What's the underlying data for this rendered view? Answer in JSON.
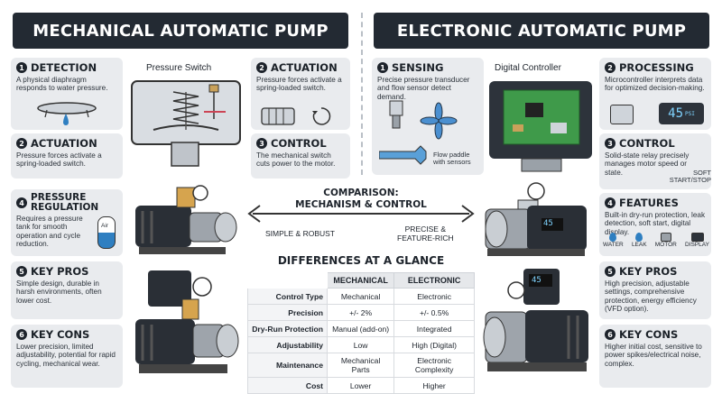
{
  "left": {
    "title": "MECHANICAL AUTOMATIC PUMP",
    "pressure_switch_label": "Pressure Switch",
    "cards": {
      "detection": {
        "num": "1",
        "title": "DETECTION",
        "body": "A physical diaphragm responds to water pressure."
      },
      "actuation_a": {
        "num": "2",
        "title": "ACTUATION",
        "body": "Pressure forces activate a spring-loaded switch."
      },
      "actuation_b": {
        "num": "2",
        "title": "ACTUATION",
        "body": "Pressure forces activate a spring-loaded switch."
      },
      "control": {
        "num": "3",
        "title": "CONTROL",
        "body": "The mechanical switch cuts power to the motor."
      },
      "regulation": {
        "num": "4",
        "title": "PRESSURE REGULATION",
        "body": "Requires a pressure tank for smooth operation and cycle reduction.",
        "tank_label": "Air"
      },
      "pros": {
        "num": "5",
        "title": "KEY PROS",
        "body": "Simple design, durable in harsh environments, often lower cost."
      },
      "cons": {
        "num": "6",
        "title": "KEY CONS",
        "body": "Lower precision, limited adjustability, potential for rapid cycling, mechanical wear."
      }
    }
  },
  "right": {
    "title": "ELECTRONIC AUTOMATIC PUMP",
    "controller_label": "Digital Controller",
    "flow_label": "Flow paddle with sensors",
    "display_value": "45",
    "display_unit": "PSI",
    "pump_display_a": "45",
    "pump_display_b": "45",
    "cards": {
      "sensing": {
        "num": "1",
        "title": "SENSING",
        "body": "Precise pressure transducer and flow sensor detect demand."
      },
      "processing": {
        "num": "2",
        "title": "PROCESSING",
        "body": "Microcontroller interprets data for optimized decision-making."
      },
      "control": {
        "num": "3",
        "title": "CONTROL",
        "body": "Solid-state relay precisely manages motor speed or state.",
        "extra": "SOFT START/STOP"
      },
      "features": {
        "num": "4",
        "title": "FEATURES",
        "body": "Built-in dry-run protection, leak detection, soft start, digital display.",
        "icons": [
          "WATER",
          "LEAK",
          "MOTOR",
          "DISPLAY"
        ]
      },
      "pros": {
        "num": "5",
        "title": "KEY PROS",
        "body": "High precision, adjustable settings, comprehensive protection, energy efficiency (VFD option)."
      },
      "cons": {
        "num": "6",
        "title": "KEY CONS",
        "body": "Higher initial cost, sensitive to power spikes/electrical noise, complex."
      }
    }
  },
  "comparison": {
    "title_line1": "COMPARISON:",
    "title_line2": "MECHANISM & CONTROL",
    "left_caption": "SIMPLE & ROBUST",
    "right_caption_1": "PRECISE &",
    "right_caption_2": "FEATURE-RICH"
  },
  "glance": {
    "title": "DIFFERENCES AT A GLANCE",
    "columns": [
      "",
      "MECHANICAL",
      "ELECTRONIC"
    ],
    "rows": [
      [
        "Control Type",
        "Mechanical",
        "Electronic"
      ],
      [
        "Precision",
        "+/- 2%",
        "+/- 0.5%"
      ],
      [
        "Dry-Run Protection",
        "Manual (add-on)",
        "Integrated"
      ],
      [
        "Adjustability",
        "Low",
        "High (Digital)"
      ],
      [
        "Maintenance",
        "Mechanical Parts",
        "Electronic Complexity"
      ],
      [
        "Cost",
        "Lower",
        "Higher"
      ]
    ]
  },
  "colors": {
    "banner": "#232a33",
    "card": "#e9ebee",
    "accent_blue": "#2f7fc1",
    "board_green": "#3f9a4a"
  }
}
